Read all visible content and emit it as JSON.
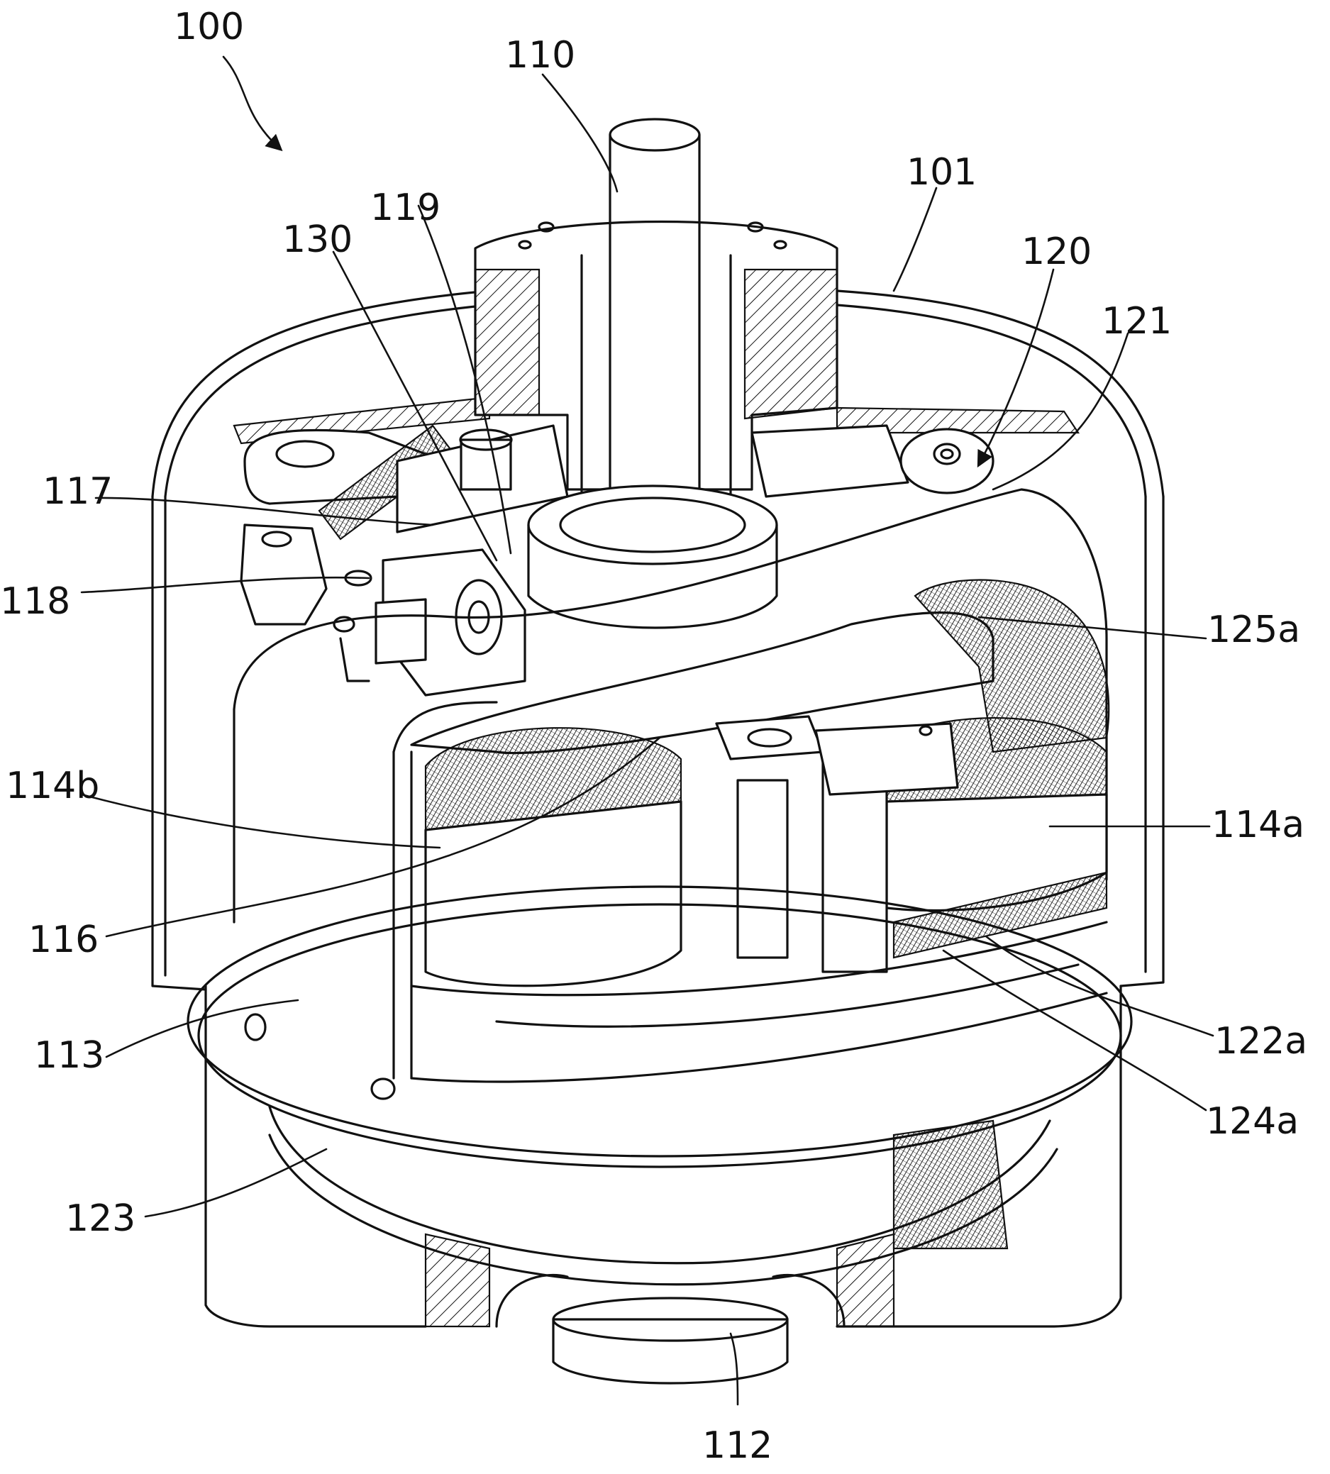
{
  "figure": {
    "labels": {
      "l100": "100",
      "l110": "110",
      "l101": "101",
      "l119": "119",
      "l130": "130",
      "l120": "120",
      "l121": "121",
      "l117": "117",
      "l118": "118",
      "l125a": "125a",
      "l114b": "114b",
      "l114a": "114a",
      "l116": "116",
      "l113": "113",
      "l122a": "122a",
      "l124a": "124a",
      "l123": "123",
      "l112": "112"
    }
  }
}
